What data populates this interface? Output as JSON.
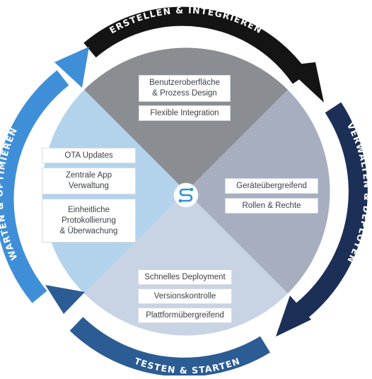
{
  "ring": {
    "top": "ERSTELLEN & INTEGRIEREN",
    "right": "VERWALTEN & DEPLOYEN",
    "bottom": "TESTEN & STARTEN",
    "left": "WARTEN & OPTIMIEREN"
  },
  "quadrants": {
    "top": {
      "color": "#8a8d91",
      "items": [
        "Benutzeroberfläche\n& Prozess Design",
        "Flexible Integration"
      ]
    },
    "right": {
      "color": "#a6aec0",
      "items": [
        "Geräteübergreifend",
        "Rollen & Rechte"
      ]
    },
    "bottom": {
      "color": "#c8d4e4",
      "items": [
        "Schnelles Deployment",
        "Versionskontrolle",
        "Plattformübergreifend"
      ]
    },
    "left": {
      "color": "#b3d3ec",
      "items": [
        "OTA Updates",
        "Zentrale App\nVerwaltung",
        "Einheitliche\nProtokollierung\n& Überwachung"
      ]
    }
  },
  "ring_colors": {
    "top": "#141414",
    "right": "#1c2f57",
    "bottom": "#2b5c94",
    "left": "#3f8fd8"
  },
  "center_icon": "logo-s-icon"
}
